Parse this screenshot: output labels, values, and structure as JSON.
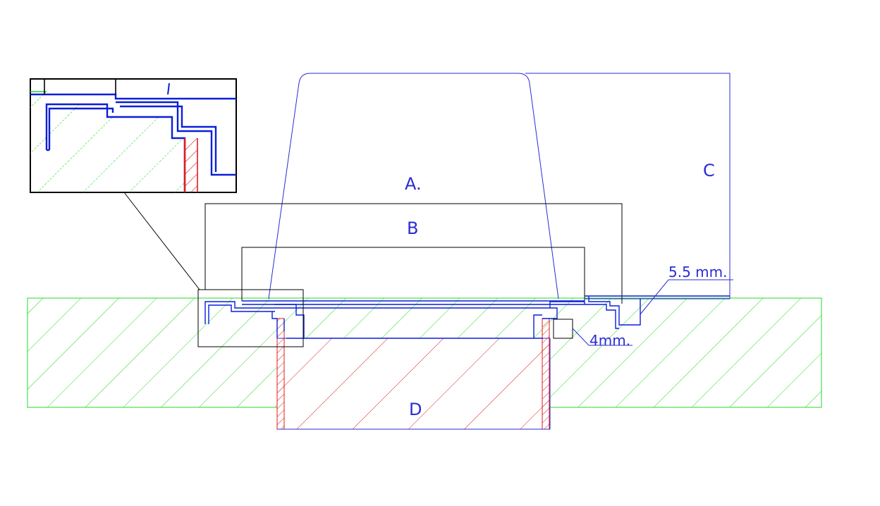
{
  "labels": {
    "part_a": "A.",
    "part_b": "B",
    "part_c": "C",
    "part_d": "D"
  },
  "dimensions": {
    "gap_1": "5.5 mm.",
    "gap_2": "4mm."
  },
  "colors": {
    "outline_blue": "#2b2bd6",
    "detail_blue": "#0a1fd8",
    "outline_black": "#000000",
    "hatch_green": "#27d827",
    "hatch_red": "#e01b1b",
    "background": "#ffffff"
  }
}
